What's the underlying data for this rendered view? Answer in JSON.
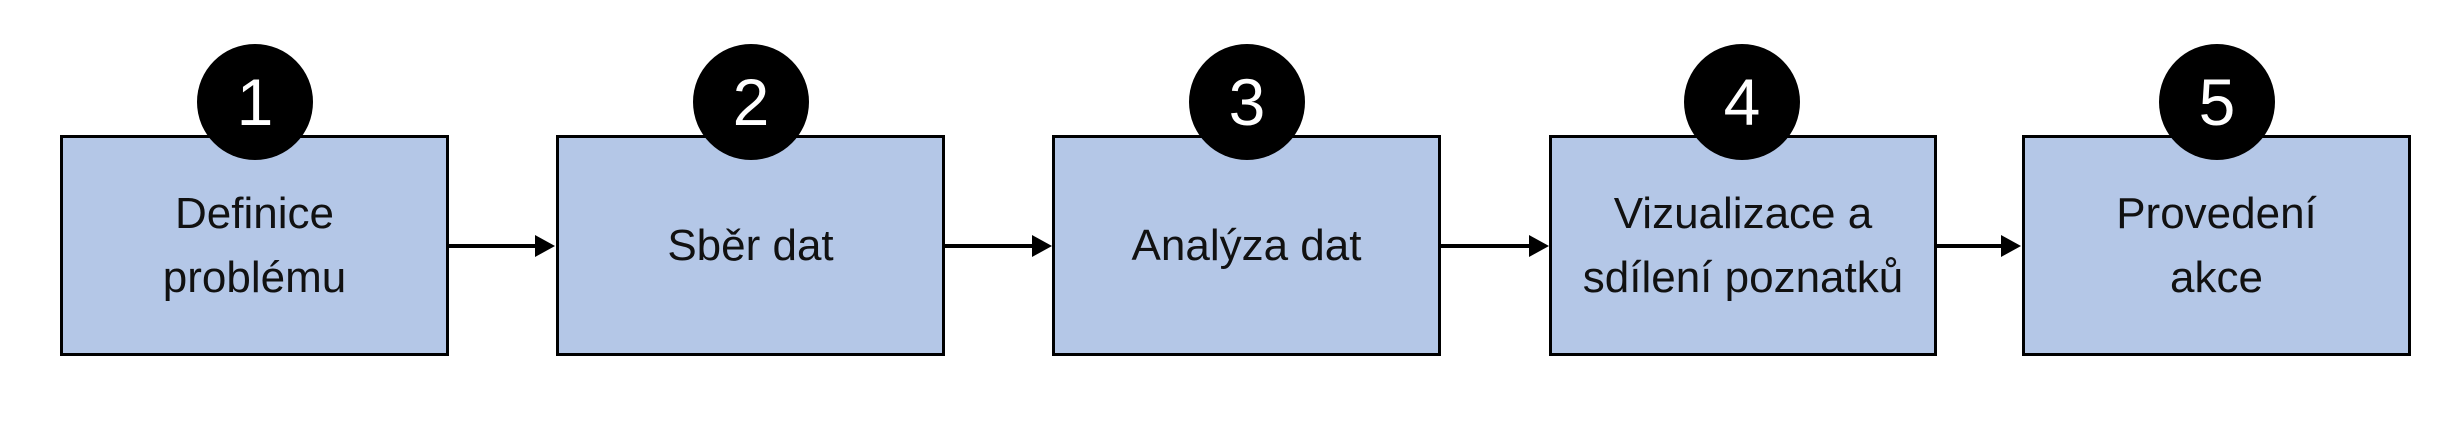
{
  "steps": [
    {
      "number": "1",
      "label": "Definice\nproblému"
    },
    {
      "number": "2",
      "label": "Sběr dat"
    },
    {
      "number": "3",
      "label": "Analýza dat"
    },
    {
      "number": "4",
      "label": "Vizualizace a\nsdílení poznatků"
    },
    {
      "number": "5",
      "label": "Provedení\nakce"
    }
  ],
  "colors": {
    "box_fill": "#b4c7e7",
    "box_border": "#000000",
    "badge": "#000000",
    "arrow": "#000000"
  }
}
